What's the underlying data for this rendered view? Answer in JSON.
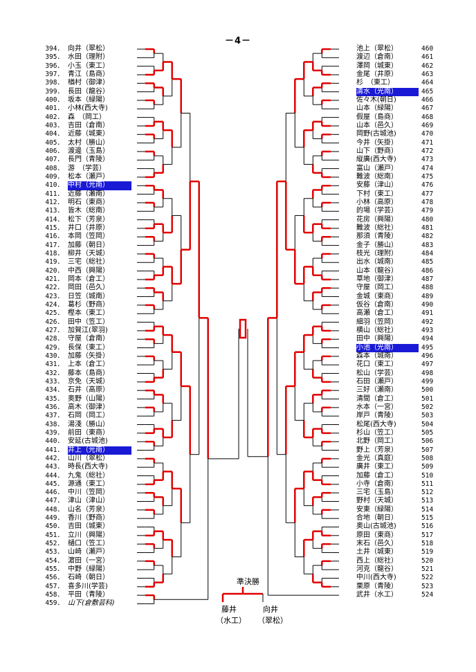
{
  "page_title": "－4－",
  "left_entries": [
    {
      "no": "394．",
      "name": "向井（翠松）"
    },
    {
      "no": "395．",
      "name": "水田（理附）"
    },
    {
      "no": "396．",
      "name": "小玉（東工）"
    },
    {
      "no": "397．",
      "name": "青江（島商）"
    },
    {
      "no": "398．",
      "name": "楢村（御津）"
    },
    {
      "no": "399．",
      "name": "長田（龍谷）"
    },
    {
      "no": "400．",
      "name": "坂本（緑陽）"
    },
    {
      "no": "401．",
      "name": "小林(西大寺)"
    },
    {
      "no": "402．",
      "name": "森　（岡工）"
    },
    {
      "no": "403．",
      "name": "吉田（倉南）"
    },
    {
      "no": "404．",
      "name": "近藤（城東）"
    },
    {
      "no": "405．",
      "name": "太村（勝山）"
    },
    {
      "no": "406．",
      "name": "渡邊（玉島）"
    },
    {
      "no": "407．",
      "name": "長門（青陵）"
    },
    {
      "no": "408．",
      "name": "游　（学芸）"
    },
    {
      "no": "409．",
      "name": "松本（瀬戸）"
    },
    {
      "no": "410．",
      "name": "中村（光南）",
      "hl": true
    },
    {
      "no": "411．",
      "name": "近藤（瀬南）"
    },
    {
      "no": "412．",
      "name": "明石（東商）"
    },
    {
      "no": "413．",
      "name": "皆木（総南）"
    },
    {
      "no": "414．",
      "name": "松下（芳泉）"
    },
    {
      "no": "415．",
      "name": "井口（井原）"
    },
    {
      "no": "416．",
      "name": "本岡（笠岡）"
    },
    {
      "no": "417．",
      "name": "加藤（朝日）"
    },
    {
      "no": "418．",
      "name": "柳井（天城）"
    },
    {
      "no": "419．",
      "name": "三宅（総社）"
    },
    {
      "no": "420．",
      "name": "中西（興陽）"
    },
    {
      "no": "421．",
      "name": "岡本（倉工）"
    },
    {
      "no": "422．",
      "name": "岡田（邑久）"
    },
    {
      "no": "423．",
      "name": "日笠（城南）"
    },
    {
      "no": "424．",
      "name": "葛杉（野商）"
    },
    {
      "no": "425．",
      "name": "樫本（東工）"
    },
    {
      "no": "426．",
      "name": "田中（笠工）"
    },
    {
      "no": "427．",
      "name": "加賀江(翠羽)"
    },
    {
      "no": "428．",
      "name": "守屋（倉南）"
    },
    {
      "no": "429．",
      "name": "長保（東工）"
    },
    {
      "no": "430．",
      "name": "加藤（矢掛）"
    },
    {
      "no": "431．",
      "name": "上本（倉工）"
    },
    {
      "no": "432．",
      "name": "藤本（島商）"
    },
    {
      "no": "433．",
      "name": "京免（天城）"
    },
    {
      "no": "434．",
      "name": "石井（高原）"
    },
    {
      "no": "435．",
      "name": "奥野（山陽）"
    },
    {
      "no": "436．",
      "name": "高木（御津）"
    },
    {
      "no": "437．",
      "name": "石岡（岡工）"
    },
    {
      "no": "438．",
      "name": "湯淺（勝山）"
    },
    {
      "no": "439．",
      "name": "前田（東商）"
    },
    {
      "no": "440．",
      "name": "安延(古城池)"
    },
    {
      "no": "441．",
      "name": "井上（光南）",
      "hl": true
    },
    {
      "no": "442．",
      "name": "山川（翠松）"
    },
    {
      "no": "443．",
      "name": "時長(西大寺)"
    },
    {
      "no": "444．",
      "name": "九鬼（総社）"
    },
    {
      "no": "445．",
      "name": "源通（東工）"
    },
    {
      "no": "446．",
      "name": "中川（笠岡）"
    },
    {
      "no": "447．",
      "name": "津山（津山）"
    },
    {
      "no": "448．",
      "name": "山名（芳泉）"
    },
    {
      "no": "449．",
      "name": "香川（野商）"
    },
    {
      "no": "450．",
      "name": "吉田（城東）"
    },
    {
      "no": "451．",
      "name": "立川（興陽）"
    },
    {
      "no": "452．",
      "name": "樋口（笠工）"
    },
    {
      "no": "453．",
      "name": "山崎（瀬戸）"
    },
    {
      "no": "454．",
      "name": "濵田（一宮）"
    },
    {
      "no": "455．",
      "name": "中野（緑陽）"
    },
    {
      "no": "456．",
      "name": "石崎（朝日）"
    },
    {
      "no": "457．",
      "name": "喜多川(学芸)"
    },
    {
      "no": "458．",
      "name": "平田（青陵）"
    },
    {
      "no": "459．",
      "name": "山下(倉敷芸科)",
      "it": true
    }
  ],
  "right_entries": [
    {
      "no": "460",
      "name": "池上（翠松）"
    },
    {
      "no": "461",
      "name": "渡辺（倉南）"
    },
    {
      "no": "462",
      "name": "澤岡（城東）"
    },
    {
      "no": "463",
      "name": "金尾（井原）"
    },
    {
      "no": "464",
      "name": "杉　（東工）"
    },
    {
      "no": "465",
      "name": "清水（光南）",
      "hl": true
    },
    {
      "no": "466",
      "name": "佐々木(朝日)"
    },
    {
      "no": "467",
      "name": "山本（緑陽）"
    },
    {
      "no": "468",
      "name": "假屋（島商）"
    },
    {
      "no": "469",
      "name": "山本（邑久）"
    },
    {
      "no": "470",
      "name": "岡野(古城池)"
    },
    {
      "no": "471",
      "name": "今井（矢掛）"
    },
    {
      "no": "472",
      "name": "山下（野商）"
    },
    {
      "no": "473",
      "name": "縦廣(西大寺)"
    },
    {
      "no": "474",
      "name": "富山（瀬戸）"
    },
    {
      "no": "475",
      "name": "難波（総南）"
    },
    {
      "no": "476",
      "name": "安藤（津山）"
    },
    {
      "no": "477",
      "name": "下村（東工）"
    },
    {
      "no": "478",
      "name": "小林（高原）"
    },
    {
      "no": "479",
      "name": "的場（学芸）"
    },
    {
      "no": "480",
      "name": "花房（興陽）"
    },
    {
      "no": "481",
      "name": "難波（総社）"
    },
    {
      "no": "482",
      "name": "那須（青陵）"
    },
    {
      "no": "483",
      "name": "金子（勝山）"
    },
    {
      "no": "484",
      "name": "枝光（理附）"
    },
    {
      "no": "485",
      "name": "出水（城南）"
    },
    {
      "no": "486",
      "name": "山本（龍谷）"
    },
    {
      "no": "487",
      "name": "草地（御津）"
    },
    {
      "no": "488",
      "name": "守屋（岡工）"
    },
    {
      "no": "489",
      "name": "金城（東商）"
    },
    {
      "no": "490",
      "name": "仮谷（倉南）"
    },
    {
      "no": "491",
      "name": "高瀬（倉工）"
    },
    {
      "no": "492",
      "name": "細羽（笠岡）"
    },
    {
      "no": "493",
      "name": "横山（総社）"
    },
    {
      "no": "494",
      "name": "田中（興陽）"
    },
    {
      "no": "495",
      "name": "小池（光南）",
      "hl": true
    },
    {
      "no": "496",
      "name": "森本（城南）"
    },
    {
      "no": "497",
      "name": "花口（東工）"
    },
    {
      "no": "498",
      "name": "松山（学芸）"
    },
    {
      "no": "499",
      "name": "石田（瀬戸）"
    },
    {
      "no": "500",
      "name": "三好（瀬南）"
    },
    {
      "no": "501",
      "name": "清間（倉工）"
    },
    {
      "no": "502",
      "name": "水本（一宮）"
    },
    {
      "no": "503",
      "name": "岸戸（青陵）"
    },
    {
      "no": "504",
      "name": "松尾(西大寺)"
    },
    {
      "no": "505",
      "name": "杉山（笠工）"
    },
    {
      "no": "506",
      "name": "北野（岡工）"
    },
    {
      "no": "507",
      "name": "野上（芳泉）"
    },
    {
      "no": "508",
      "name": "金光（真庭）"
    },
    {
      "no": "509",
      "name": "廣井（東工）"
    },
    {
      "no": "510",
      "name": "加藤（倉工）"
    },
    {
      "no": "511",
      "name": "小寺（倉南）"
    },
    {
      "no": "512",
      "name": "三宅（玉島）"
    },
    {
      "no": "513",
      "name": "野村（天城）"
    },
    {
      "no": "514",
      "name": "安東（緑陽）"
    },
    {
      "no": "515",
      "name": "合地（朝日）"
    },
    {
      "no": "516",
      "name": "奥山(古城池)"
    },
    {
      "no": "517",
      "name": "原田（東商）"
    },
    {
      "no": "518",
      "name": "末石（邑久）"
    },
    {
      "no": "519",
      "name": "土井（城東）"
    },
    {
      "no": "520",
      "name": "西上（総社）"
    },
    {
      "no": "521",
      "name": "河克（龍谷）"
    },
    {
      "no": "522",
      "name": "中川(西大寺)"
    },
    {
      "no": "523",
      "name": "栗原（青陵）"
    },
    {
      "no": "524",
      "name": "武井（水工）"
    }
  ],
  "final": {
    "label": "準決勝",
    "left_name": "藤井",
    "left_school": "（水工）",
    "right_name": "向井",
    "right_school": "（翠松）"
  },
  "colors": {
    "win_line": "#e00000",
    "lose_line": "#000000",
    "highlight": "#1a1ad6"
  }
}
